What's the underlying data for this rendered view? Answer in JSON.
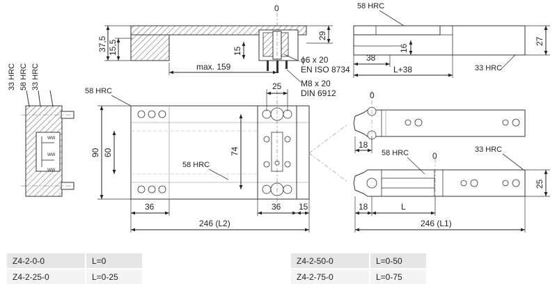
{
  "hardness": {
    "h58": "58 HRC",
    "h33": "33 HRC"
  },
  "top_view": {
    "h_37_5": "37,5",
    "h_15_5": "15,5",
    "h_15": "15",
    "h_29": "29",
    "zero": "0",
    "max": "max. 159",
    "pin": "ϕ6 x 20",
    "pin_std": "EN ISO 8734",
    "screw": "M8 x 20",
    "screw_std": "DIN 6912"
  },
  "plan_view": {
    "h_90": "90",
    "h_60": "60",
    "h_74": "74",
    "w_25": "25",
    "w_36a": "36",
    "w_36b": "36",
    "w_15": "15",
    "total": "246 (L2)"
  },
  "right_top": {
    "w_38": "38",
    "w_L38": "L+38",
    "h_16": "16",
    "h_27": "27"
  },
  "right_plan": {
    "zero_a": "0",
    "zero_b": "0",
    "w_18a": "18",
    "w_18b": "18",
    "w_L": "L",
    "h_25": "25",
    "total": "246 (L1)"
  },
  "tables": {
    "left": [
      {
        "code": "Z4-2-0-0",
        "length": "L=0"
      },
      {
        "code": "Z4-2-25-0",
        "length": "L=0-25"
      }
    ],
    "right": [
      {
        "code": "Z4-2-50-0",
        "length": "L=0-50"
      },
      {
        "code": "Z4-2-75-0",
        "length": "L=0-75"
      }
    ]
  }
}
